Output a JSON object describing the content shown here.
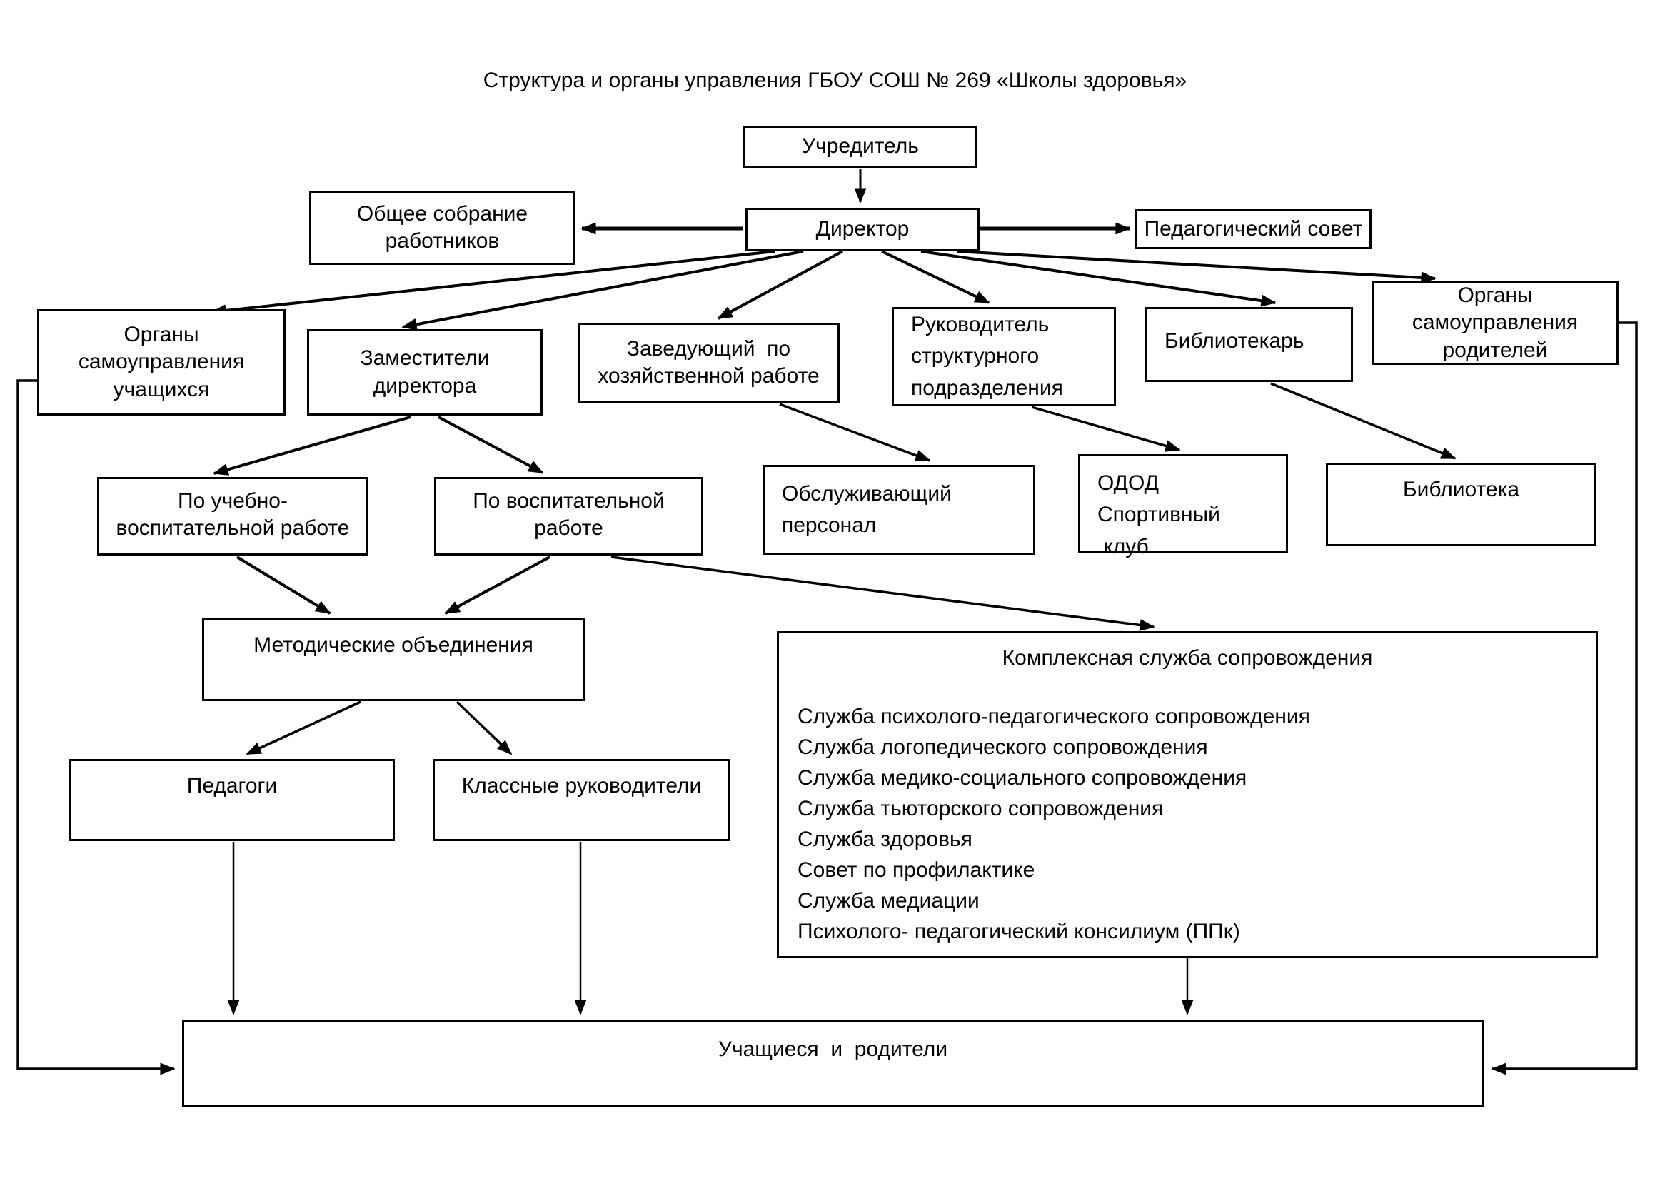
{
  "title": "Структура и органы управления ГБОУ СОШ № 269 «Школы здоровья»",
  "colors": {
    "background": "#ffffff",
    "box_border": "#000000",
    "line": "#000000",
    "text": "#000000"
  },
  "nodes": {
    "founder": {
      "label": "Учредитель"
    },
    "director": {
      "label": "Директор"
    },
    "general_meeting": {
      "label": "Общее собрание\nработников"
    },
    "pedagogical_council": {
      "label": "Педагогический совет"
    },
    "student_self_government": {
      "label": "Органы\nсамоуправления\nучащихся"
    },
    "deputy_directors": {
      "label": "Заместители\nдиректора"
    },
    "household_manager": {
      "label": "Заведующий  по\nхозяйственной работе"
    },
    "unit_head": {
      "label": "Руководитель\nструктурного\nподразделения"
    },
    "librarian": {
      "label": "Библиотекарь"
    },
    "parent_self_government": {
      "label": "Органы\nсамоуправления\nродителей"
    },
    "edu_upbringing_work": {
      "label": "По учебно-\nвоспитательной работе"
    },
    "upbringing_work": {
      "label": "По воспитательной\nработе"
    },
    "service_staff": {
      "label": "Обслуживающий\nперсонал"
    },
    "odod_sport_club": {
      "label": "ОДОД\nСпортивный\n клуб"
    },
    "library": {
      "label": "Библиотека"
    },
    "methodical_associations": {
      "label": "Методические объединения"
    },
    "complex_support_service": {
      "label": "Комплексная служба сопровождения",
      "services": [
        "Служба психолого-педагогического сопровождения",
        "Служба логопедического сопровождения",
        "Служба медико-социального сопровождения",
        "Служба тьюторского сопровождения",
        "Служба здоровья",
        "Совет по профилактике",
        "Служба медиации",
        "Психолого- педагогический консилиум (ППк)"
      ]
    },
    "teachers": {
      "label": "Педагоги"
    },
    "class_leaders": {
      "label": "Классные руководители"
    },
    "students_parents": {
      "label": "Учащиеся  и  родители"
    }
  },
  "edges": [
    {
      "from": "founder",
      "to": "director"
    },
    {
      "from": "director",
      "to": "general_meeting"
    },
    {
      "from": "director",
      "to": "pedagogical_council"
    },
    {
      "from": "director",
      "to": "student_self_government"
    },
    {
      "from": "director",
      "to": "deputy_directors"
    },
    {
      "from": "director",
      "to": "household_manager"
    },
    {
      "from": "director",
      "to": "unit_head"
    },
    {
      "from": "director",
      "to": "librarian"
    },
    {
      "from": "director",
      "to": "parent_self_government"
    },
    {
      "from": "deputy_directors",
      "to": "edu_upbringing_work"
    },
    {
      "from": "deputy_directors",
      "to": "upbringing_work"
    },
    {
      "from": "household_manager",
      "to": "service_staff"
    },
    {
      "from": "unit_head",
      "to": "odod_sport_club"
    },
    {
      "from": "librarian",
      "to": "library"
    },
    {
      "from": "edu_upbringing_work",
      "to": "methodical_associations"
    },
    {
      "from": "upbringing_work",
      "to": "methodical_associations"
    },
    {
      "from": "upbringing_work",
      "to": "complex_support_service"
    },
    {
      "from": "methodical_associations",
      "to": "teachers"
    },
    {
      "from": "methodical_associations",
      "to": "class_leaders"
    },
    {
      "from": "teachers",
      "to": "students_parents"
    },
    {
      "from": "class_leaders",
      "to": "students_parents"
    },
    {
      "from": "complex_support_service",
      "to": "students_parents"
    },
    {
      "from": "student_self_government",
      "to": "students_parents"
    },
    {
      "from": "parent_self_government",
      "to": "students_parents"
    }
  ]
}
